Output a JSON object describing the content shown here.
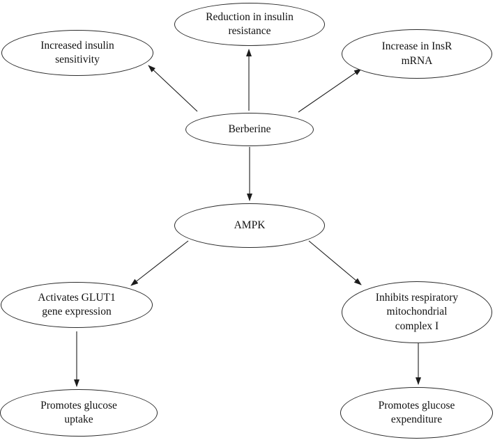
{
  "diagram": {
    "type": "flowchart",
    "nodes": {
      "reduction": {
        "label": "Reduction in insulin\nresistance"
      },
      "increased_sensitivity": {
        "label": "Increased insulin\nsensitivity"
      },
      "insr_mrna": {
        "label": "Increase in InsR\nmRNA"
      },
      "berberine": {
        "label": "Berberine"
      },
      "ampk": {
        "label": "AMPK"
      },
      "glut1": {
        "label": "Activates GLUT1\ngene expression"
      },
      "complex1": {
        "label": "Inhibits respiratory\nmitochondrial\ncomplex I"
      },
      "glucose_uptake": {
        "label": "Promotes glucose\nuptake"
      },
      "glucose_expenditure": {
        "label": "Promotes glucose\nexpenditure"
      }
    },
    "edges": [
      {
        "from": "berberine",
        "to": "increased_sensitivity"
      },
      {
        "from": "berberine",
        "to": "reduction"
      },
      {
        "from": "berberine",
        "to": "insr_mrna"
      },
      {
        "from": "berberine",
        "to": "ampk"
      },
      {
        "from": "ampk",
        "to": "glut1"
      },
      {
        "from": "ampk",
        "to": "complex1"
      },
      {
        "from": "glut1",
        "to": "glucose_uptake"
      },
      {
        "from": "complex1",
        "to": "glucose_expenditure"
      }
    ],
    "colors": {
      "background": "#ffffff",
      "line": "#1c1c1c",
      "text": "#111111"
    }
  }
}
